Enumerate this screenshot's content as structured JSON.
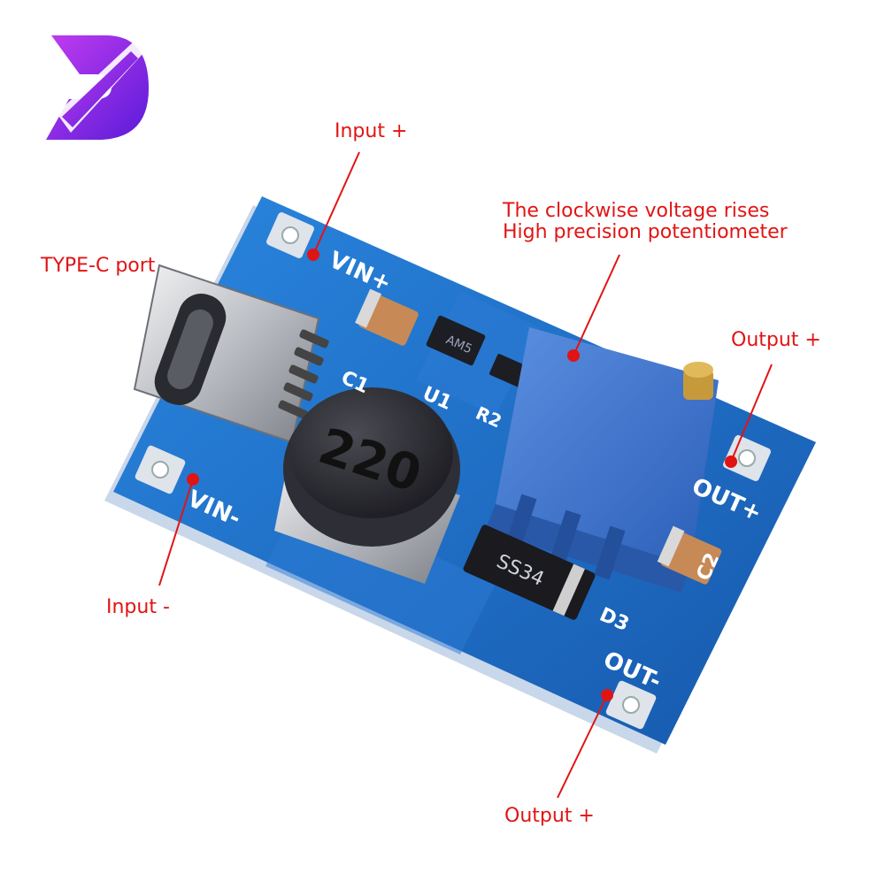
{
  "callouts": {
    "input_plus": "Input +",
    "type_c_port": "TYPE-C port",
    "potentiometer_line1": "The clockwise voltage rises",
    "potentiometer_line2": "High precision potentiometer",
    "output_plus_right": "Output +",
    "input_minus": "Input -",
    "output_plus_bottom": "Output +"
  },
  "board_silkscreen": {
    "vin_plus": "VIN+",
    "vin_minus": "VIN-",
    "out_plus": "OUT+",
    "out_minus": "OUT-",
    "c1": "C1",
    "u1": "U1",
    "r2": "R2",
    "c2": "C2",
    "d3": "D3",
    "inductor_marking": "220",
    "diode_marking": "SS34",
    "ic_marking": "AM5"
  },
  "colors": {
    "callout_red": "#e11414",
    "pcb_blue": "#1f6fc8",
    "potentiometer_blue": "#3b72c9",
    "logo_purple": "#8b2be2"
  },
  "icons": {
    "logo": "brand-d-logo"
  }
}
